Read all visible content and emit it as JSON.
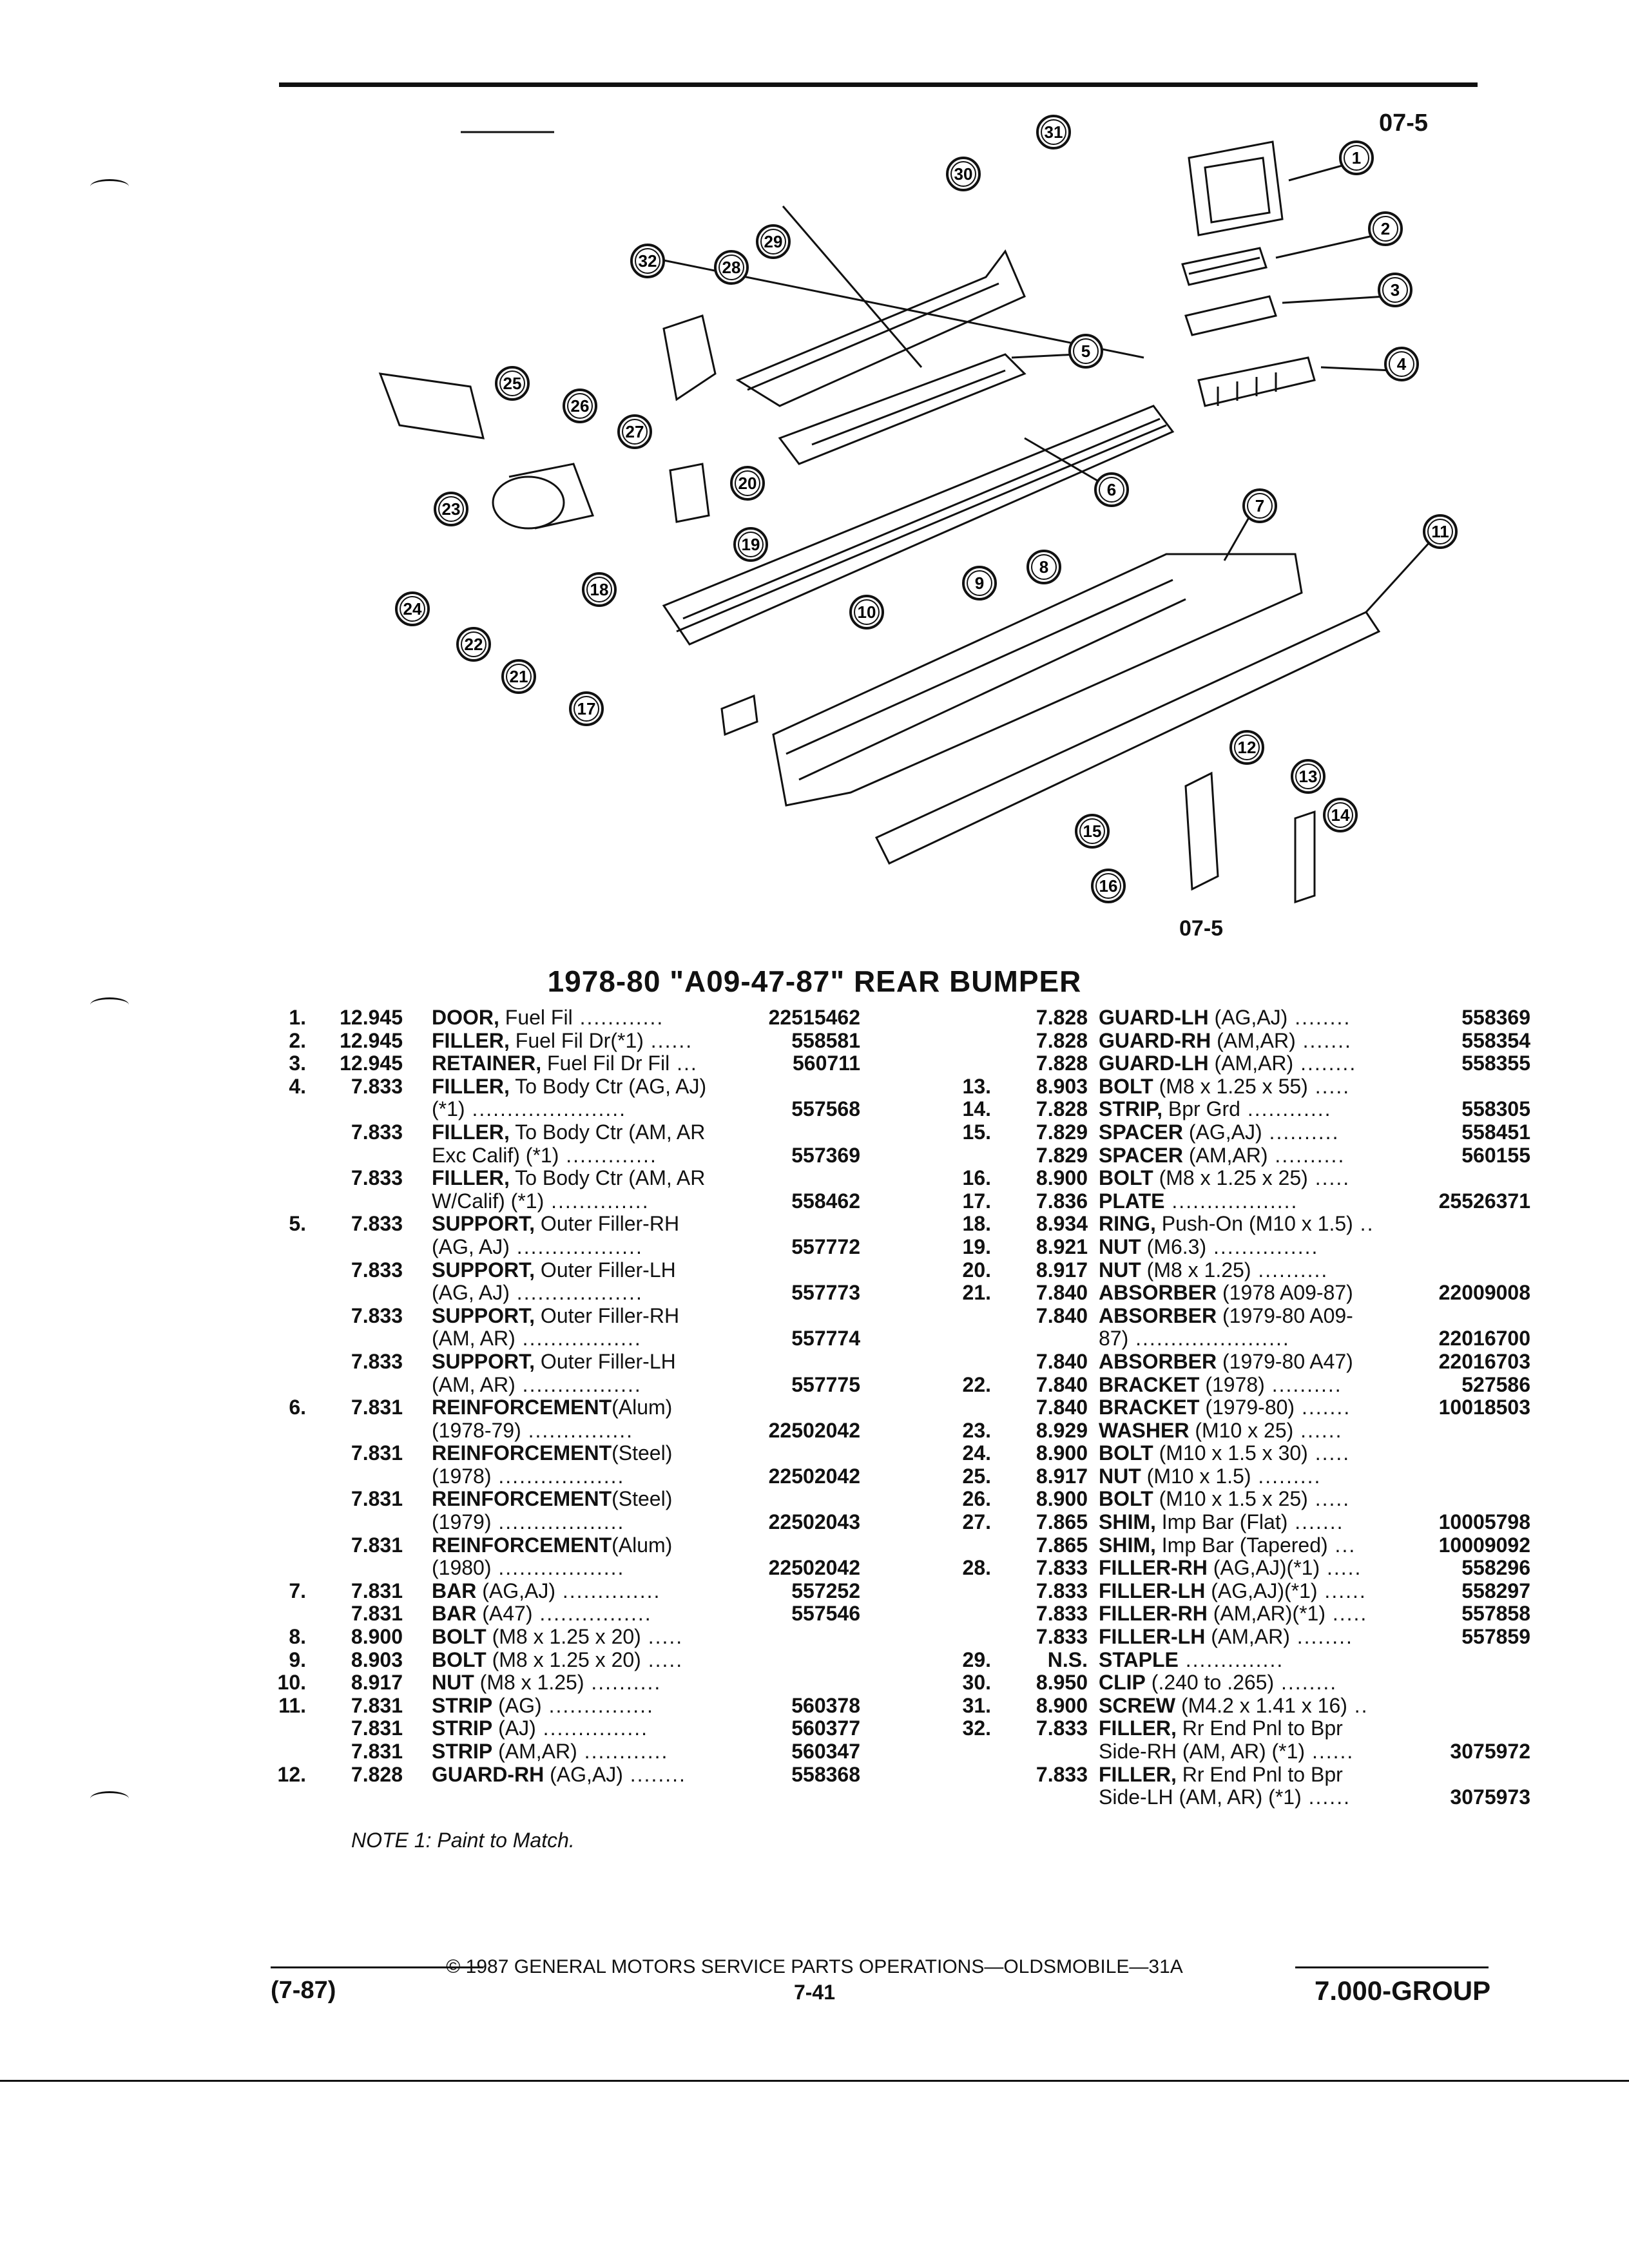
{
  "header": {
    "page_code": "07-5"
  },
  "diagram": {
    "caption": "07-5",
    "callouts": [
      "1",
      "2",
      "3",
      "4",
      "5",
      "6",
      "7",
      "8",
      "9",
      "10",
      "11",
      "12",
      "13",
      "14",
      "15",
      "16",
      "17",
      "18",
      "19",
      "20",
      "21",
      "22",
      "23",
      "24",
      "25",
      "26",
      "27",
      "28",
      "29",
      "30",
      "31",
      "32"
    ]
  },
  "title": "1978-80 \"A09-47-87\" REAR BUMPER",
  "left_items": [
    {
      "num": "1.",
      "code": "12.945",
      "name": "DOOR,",
      "desc": " Fuel Fil",
      "dots": " ............",
      "part": "22515462"
    },
    {
      "num": "2.",
      "code": "12.945",
      "name": "FILLER,",
      "desc": " Fuel Fil Dr(*1)",
      "dots": " ......",
      "part": "558581"
    },
    {
      "num": "3.",
      "code": "12.945",
      "name": "RETAINER,",
      "desc": " Fuel Fil Dr Fil",
      "dots": " ...",
      "part": "560711"
    },
    {
      "num": "4.",
      "code": "7.833",
      "name": "FILLER,",
      "desc": " To Body Ctr (AG, AJ)",
      "dots": "",
      "part": ""
    },
    {
      "num": "",
      "code": "",
      "name": "",
      "desc": "(*1)",
      "dots": " ......................",
      "part": "557568"
    },
    {
      "num": "",
      "code": "7.833",
      "name": "FILLER,",
      "desc": " To Body Ctr (AM, AR",
      "dots": "",
      "part": ""
    },
    {
      "num": "",
      "code": "",
      "name": "",
      "desc": "Exc Calif) (*1)",
      "dots": " .............",
      "part": "557369"
    },
    {
      "num": "",
      "code": "7.833",
      "name": "FILLER,",
      "desc": " To Body Ctr (AM, AR",
      "dots": "",
      "part": ""
    },
    {
      "num": "",
      "code": "",
      "name": "",
      "desc": "W/Calif) (*1)",
      "dots": " ..............",
      "part": "558462"
    },
    {
      "num": "5.",
      "code": "7.833",
      "name": "SUPPORT,",
      "desc": " Outer Filler-RH",
      "dots": "",
      "part": ""
    },
    {
      "num": "",
      "code": "",
      "name": "",
      "desc": "(AG, AJ)",
      "dots": " ..................",
      "part": "557772"
    },
    {
      "num": "",
      "code": "7.833",
      "name": "SUPPORT,",
      "desc": " Outer Filler-LH",
      "dots": "",
      "part": ""
    },
    {
      "num": "",
      "code": "",
      "name": "",
      "desc": "(AG, AJ)",
      "dots": " ..................",
      "part": "557773"
    },
    {
      "num": "",
      "code": "7.833",
      "name": "SUPPORT,",
      "desc": " Outer Filler-RH",
      "dots": "",
      "part": ""
    },
    {
      "num": "",
      "code": "",
      "name": "",
      "desc": "(AM, AR)",
      "dots": " .................",
      "part": "557774"
    },
    {
      "num": "",
      "code": "7.833",
      "name": "SUPPORT,",
      "desc": " Outer Filler-LH",
      "dots": "",
      "part": ""
    },
    {
      "num": "",
      "code": "",
      "name": "",
      "desc": "(AM, AR)",
      "dots": " .................",
      "part": "557775"
    },
    {
      "num": "6.",
      "code": "7.831",
      "name": "REINFORCEMENT",
      "desc": "(Alum)",
      "dots": "",
      "part": ""
    },
    {
      "num": "",
      "code": "",
      "name": "",
      "desc": "(1978-79)",
      "dots": " ...............",
      "part": "22502042"
    },
    {
      "num": "",
      "code": "7.831",
      "name": "REINFORCEMENT",
      "desc": "(Steel)",
      "dots": "",
      "part": ""
    },
    {
      "num": "",
      "code": "",
      "name": "",
      "desc": "(1978)",
      "dots": " ..................",
      "part": "22502042"
    },
    {
      "num": "",
      "code": "7.831",
      "name": "REINFORCEMENT",
      "desc": "(Steel)",
      "dots": "",
      "part": ""
    },
    {
      "num": "",
      "code": "",
      "name": "",
      "desc": "(1979)",
      "dots": " ..................",
      "part": "22502043"
    },
    {
      "num": "",
      "code": "7.831",
      "name": "REINFORCEMENT",
      "desc": "(Alum)",
      "dots": "",
      "part": ""
    },
    {
      "num": "",
      "code": "",
      "name": "",
      "desc": "(1980)",
      "dots": " ..................",
      "part": "22502042"
    },
    {
      "num": "7.",
      "code": "7.831",
      "name": "BAR",
      "desc": " (AG,AJ)",
      "dots": " ..............",
      "part": "557252"
    },
    {
      "num": "",
      "code": "7.831",
      "name": "BAR",
      "desc": " (A47)",
      "dots": " ................",
      "part": "557546"
    },
    {
      "num": "8.",
      "code": "8.900",
      "name": "BOLT",
      "desc": " (M8 x 1.25 x 20)",
      "dots": " .....",
      "part": ""
    },
    {
      "num": "9.",
      "code": "8.903",
      "name": "BOLT",
      "desc": " (M8 x 1.25 x 20)",
      "dots": " .....",
      "part": ""
    },
    {
      "num": "10.",
      "code": "8.917",
      "name": "NUT",
      "desc": " (M8 x 1.25)",
      "dots": " ..........",
      "part": ""
    },
    {
      "num": "11.",
      "code": "7.831",
      "name": "STRIP",
      "desc": " (AG)",
      "dots": " ...............",
      "part": "560378"
    },
    {
      "num": "",
      "code": "7.831",
      "name": "STRIP",
      "desc": " (AJ)",
      "dots": " ...............",
      "part": "560377"
    },
    {
      "num": "",
      "code": "7.831",
      "name": "STRIP",
      "desc": " (AM,AR)",
      "dots": " ............",
      "part": "560347"
    },
    {
      "num": "12.",
      "code": "7.828",
      "name": "GUARD-RH",
      "desc": " (AG,AJ)",
      "dots": " ........",
      "part": "558368"
    }
  ],
  "right_items": [
    {
      "num": "",
      "code": "7.828",
      "name": "GUARD-LH",
      "desc": " (AG,AJ)",
      "dots": " ........",
      "part": "558369"
    },
    {
      "num": "",
      "code": "7.828",
      "name": "GUARD-RH",
      "desc": " (AM,AR)",
      "dots": " .......",
      "part": "558354"
    },
    {
      "num": "",
      "code": "7.828",
      "name": "GUARD-LH",
      "desc": " (AM,AR)",
      "dots": " ........",
      "part": "558355"
    },
    {
      "num": "13.",
      "code": "8.903",
      "name": "BOLT",
      "desc": " (M8 x 1.25 x 55)",
      "dots": " .....",
      "part": ""
    },
    {
      "num": "14.",
      "code": "7.828",
      "name": "STRIP,",
      "desc": " Bpr Grd",
      "dots": " ............",
      "part": "558305"
    },
    {
      "num": "15.",
      "code": "7.829",
      "name": "SPACER",
      "desc": " (AG,AJ)",
      "dots": " ..........",
      "part": "558451"
    },
    {
      "num": "",
      "code": "7.829",
      "name": "SPACER",
      "desc": " (AM,AR)",
      "dots": " ..........",
      "part": "560155"
    },
    {
      "num": "16.",
      "code": "8.900",
      "name": "BOLT",
      "desc": " (M8 x 1.25 x 25)",
      "dots": " .....",
      "part": ""
    },
    {
      "num": "17.",
      "code": "7.836",
      "name": "PLATE",
      "desc": "",
      "dots": " ..................",
      "part": "25526371"
    },
    {
      "num": "18.",
      "code": "8.934",
      "name": "RING,",
      "desc": " Push-On (M10 x 1.5)",
      "dots": " ..",
      "part": ""
    },
    {
      "num": "19.",
      "code": "8.921",
      "name": "NUT",
      "desc": " (M6.3)",
      "dots": " ...............",
      "part": ""
    },
    {
      "num": "20.",
      "code": "8.917",
      "name": "NUT",
      "desc": " (M8 x 1.25)",
      "dots": " ..........",
      "part": ""
    },
    {
      "num": "21.",
      "code": "7.840",
      "name": "ABSORBER",
      "desc": " (1978 A09-87)",
      "dots": "",
      "part": "22009008"
    },
    {
      "num": "",
      "code": "7.840",
      "name": "ABSORBER",
      "desc": " (1979-80 A09-",
      "dots": "",
      "part": ""
    },
    {
      "num": "",
      "code": "",
      "name": "",
      "desc": "87)",
      "dots": " ......................",
      "part": "22016700"
    },
    {
      "num": "",
      "code": "7.840",
      "name": "ABSORBER",
      "desc": " (1979-80 A47)",
      "dots": "",
      "part": "22016703"
    },
    {
      "num": "22.",
      "code": "7.840",
      "name": "BRACKET",
      "desc": " (1978)",
      "dots": " ..........",
      "part": "527586"
    },
    {
      "num": "",
      "code": "7.840",
      "name": "BRACKET",
      "desc": " (1979-80)",
      "dots": " .......",
      "part": "10018503"
    },
    {
      "num": "23.",
      "code": "8.929",
      "name": "WASHER",
      "desc": " (M10 x 25)",
      "dots": " ......",
      "part": ""
    },
    {
      "num": "24.",
      "code": "8.900",
      "name": "BOLT",
      "desc": " (M10 x 1.5 x 30)",
      "dots": " .....",
      "part": ""
    },
    {
      "num": "25.",
      "code": "8.917",
      "name": "NUT",
      "desc": " (M10 x 1.5)",
      "dots": " .........",
      "part": ""
    },
    {
      "num": "26.",
      "code": "8.900",
      "name": "BOLT",
      "desc": " (M10 x 1.5 x 25)",
      "dots": " .....",
      "part": ""
    },
    {
      "num": "27.",
      "code": "7.865",
      "name": "SHIM,",
      "desc": " Imp Bar (Flat)",
      "dots": " .......",
      "part": "10005798"
    },
    {
      "num": "",
      "code": "7.865",
      "name": "SHIM,",
      "desc": " Imp Bar (Tapered)",
      "dots": " ...",
      "part": "10009092"
    },
    {
      "num": "28.",
      "code": "7.833",
      "name": "FILLER-RH",
      "desc": " (AG,AJ)(*1)",
      "dots": " .....",
      "part": "558296"
    },
    {
      "num": "",
      "code": "7.833",
      "name": "FILLER-LH",
      "desc": " (AG,AJ)(*1)",
      "dots": " ......",
      "part": "558297"
    },
    {
      "num": "",
      "code": "7.833",
      "name": "FILLER-RH",
      "desc": " (AM,AR)(*1)",
      "dots": " .....",
      "part": "557858"
    },
    {
      "num": "",
      "code": "7.833",
      "name": "FILLER-LH",
      "desc": " (AM,AR)",
      "dots": " ........",
      "part": "557859"
    },
    {
      "num": "29.",
      "code": "N.S.",
      "name": "STAPLE",
      "desc": "",
      "dots": " ..............",
      "part": ""
    },
    {
      "num": "30.",
      "code": "8.950",
      "name": "CLIP",
      "desc": " (.240 to .265)",
      "dots": " ........",
      "part": ""
    },
    {
      "num": "31.",
      "code": "8.900",
      "name": "SCREW",
      "desc": " (M4.2 x 1.41 x 16)",
      "dots": " ..",
      "part": ""
    },
    {
      "num": "32.",
      "code": "7.833",
      "name": "FILLER,",
      "desc": " Rr End Pnl to Bpr",
      "dots": "",
      "part": ""
    },
    {
      "num": "",
      "code": "",
      "name": "",
      "desc": "Side-RH (AM, AR) (*1)",
      "dots": " ......",
      "part": "3075972"
    },
    {
      "num": "",
      "code": "7.833",
      "name": "FILLER,",
      "desc": " Rr End Pnl to Bpr",
      "dots": "",
      "part": ""
    },
    {
      "num": "",
      "code": "",
      "name": "",
      "desc": "Side-LH (AM, AR) (*1)",
      "dots": " ......",
      "part": "3075973"
    }
  ],
  "note": "NOTE 1: Paint to Match.",
  "footer": {
    "copyright": "© 1987 GENERAL MOTORS SERVICE PARTS OPERATIONS—OLDSMOBILE—31A",
    "date": "(7-87)",
    "page": "7-41",
    "group": "7.000-GROUP"
  }
}
